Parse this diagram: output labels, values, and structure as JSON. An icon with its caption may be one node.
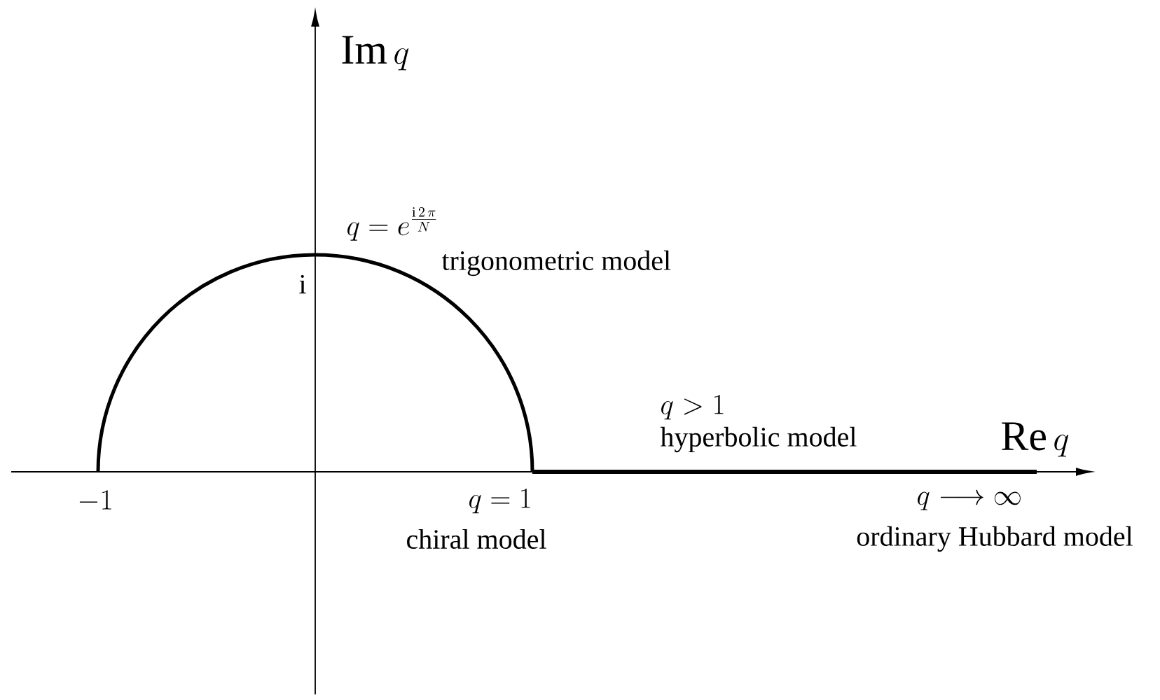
{
  "diagram": {
    "labels": [
      "\\mathrm{Im}\\, q",
      "q = e^{\\frac{\\mathrm{i}\\,2\\,\\pi}{N}}",
      "trigonometric model",
      "\\mathrm{i}",
      "q > 1",
      "hyperbolic model",
      "\\mathrm{Re}\\, q",
      "-1",
      "q = 1",
      "chiral model",
      "q \\longrightarrow \\infty",
      "ordinary Hubbard model"
    ]
  }
}
